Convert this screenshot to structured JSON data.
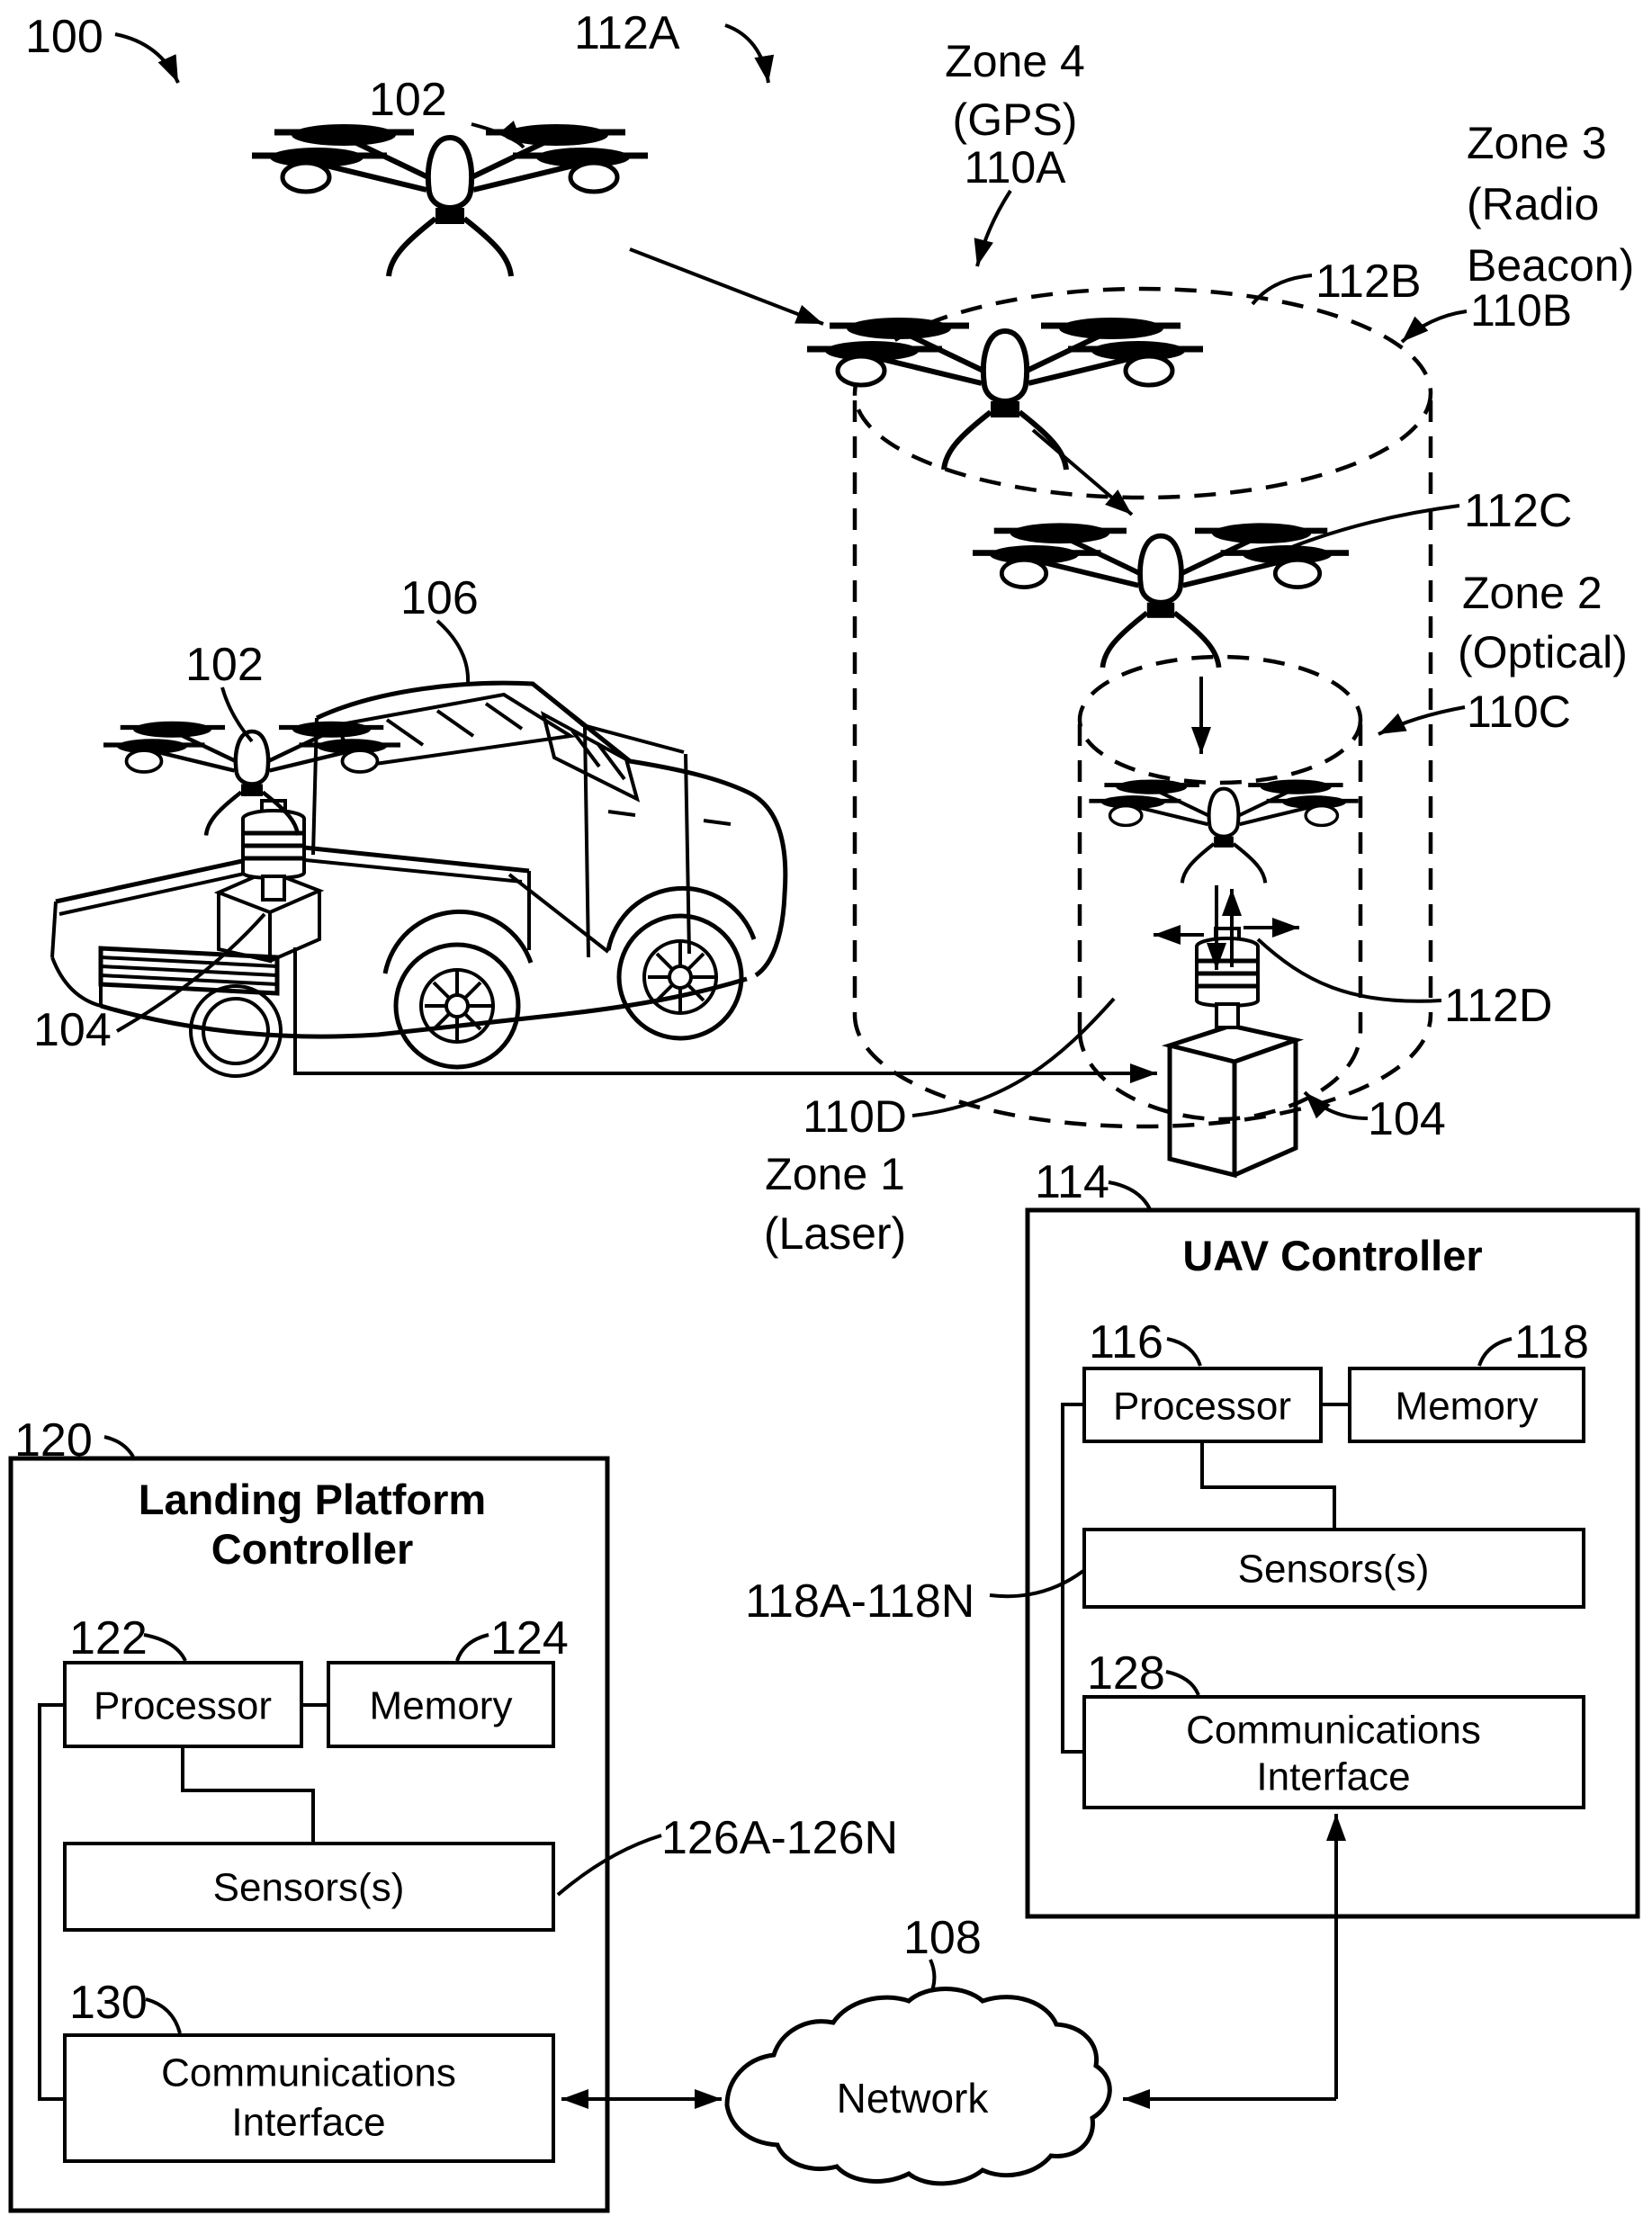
{
  "figure": {
    "system_ref": "100",
    "flight_path": {
      "a": "112A",
      "b": "112B",
      "c": "112C",
      "d": "112D"
    },
    "uav": {
      "ref_top": "102",
      "ref_truck": "102"
    },
    "truck_ref": "106",
    "landing_platform": {
      "ref_truck": "104",
      "ref_ground": "104"
    },
    "zone4": {
      "line1": "Zone 4",
      "line2": "(GPS)",
      "ref": "110A"
    },
    "zone3": {
      "line1": "Zone 3",
      "line2": "(Radio",
      "line3": "Beacon)",
      "ref": "110B"
    },
    "zone2": {
      "line1": "Zone 2",
      "line2": "(Optical)",
      "ref": "110C"
    },
    "zone1": {
      "ref": "110D",
      "line1": "Zone 1",
      "line2": "(Laser)"
    },
    "network": {
      "ref": "108",
      "label": "Network"
    },
    "uav_controller": {
      "ref": "114",
      "title": "UAV Controller",
      "processor": {
        "ref": "116",
        "label": "Processor"
      },
      "memory": {
        "ref": "118",
        "label": "Memory"
      },
      "sensors": {
        "ref": "118A-118N",
        "label": "Sensors(s)"
      },
      "comm": {
        "ref": "128",
        "line1": "Communications",
        "line2": "Interface"
      }
    },
    "platform_controller": {
      "ref": "120",
      "title_line1": "Landing Platform",
      "title_line2": "Controller",
      "processor": {
        "ref": "122",
        "label": "Processor"
      },
      "memory": {
        "ref": "124",
        "label": "Memory"
      },
      "sensors": {
        "ref": "126A-126N",
        "label": "Sensors(s)"
      },
      "comm": {
        "ref": "130",
        "line1": "Communications",
        "line2": "Interface"
      }
    }
  }
}
